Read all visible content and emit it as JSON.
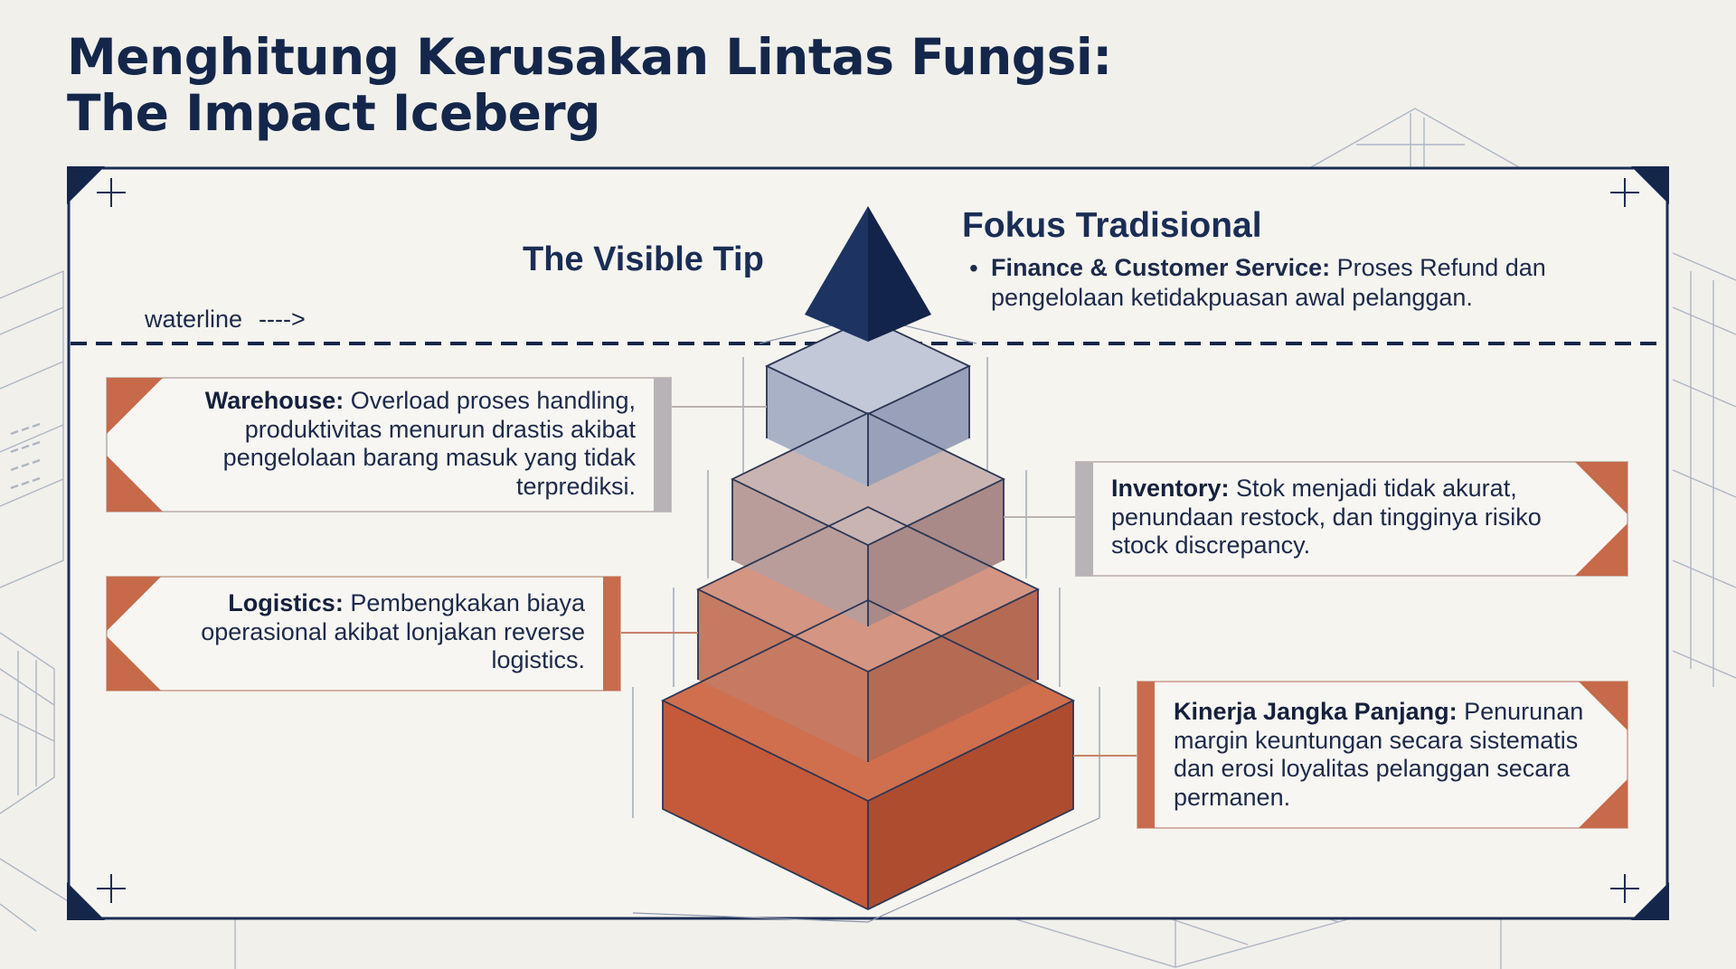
{
  "title": {
    "line1": "Menghitung Kerusakan Lintas Fungsi:",
    "line2": "The Impact Iceberg"
  },
  "visible_tip": {
    "label": "The Visible Tip"
  },
  "traditional_focus": {
    "heading": "Fokus Tradisional",
    "item_label": "Finance & Customer Service:",
    "item_text": " Proses Refund dan pengelolaan ketidakpuasan awal pelanggan."
  },
  "waterline": {
    "label": "waterline",
    "arrow": "---->"
  },
  "cards": {
    "warehouse": {
      "label": "Warehouse:",
      "text": " Overload proses handling, produktivitas menurun drastis akibat pengelolaan barang masuk yang tidak terprediksi."
    },
    "inventory": {
      "label": "Inventory:",
      "text": " Stok menjadi tidak akurat, penundaan restock, dan tingginya risiko stock discrepancy."
    },
    "logistics": {
      "label": "Logistics:",
      "text": " Pembengkakan biaya operasional akibat lonjakan reverse logistics."
    },
    "long_term": {
      "label": "Kinerja Jangka Panjang:",
      "text": " Penurunan margin keuntungan secara sistematis dan erosi loyalitas pelanggan secara permanen."
    }
  },
  "colors": {
    "navy": "#14264a",
    "tier1": "#a9b1c7",
    "tier2": "#b8a09e",
    "tier3": "#cb7e68",
    "tier4": "#c25a3a",
    "accent": "#c0603f"
  },
  "icons": {
    "corner": "plus-crosshair-icon",
    "arrow": "dashed-arrow-icon"
  }
}
